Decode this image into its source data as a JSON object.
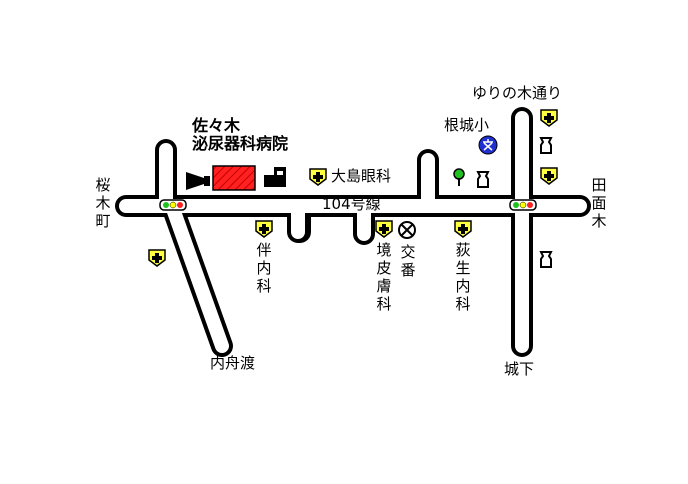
{
  "map": {
    "clinic": {
      "name_line1": "佐々木",
      "name_line2": "泌尿器科病院",
      "color": "#ff2020"
    },
    "labels": {
      "sakuragi": "桜木町",
      "tamoki": "田面木",
      "route": "104号線",
      "oshima": "大島眼科",
      "yurinoki": "ゆりの木通り",
      "nejo": "根城小",
      "ban": "伴内科",
      "sakai": "境皮膚科",
      "koban": "交番",
      "hagyu": "荻生内科",
      "uchifunato": "内舟渡",
      "shiroshita": "城下"
    },
    "colors": {
      "road_outline": "#000000",
      "road_fill": "#ffffff",
      "hospital_marker": "#ffff40",
      "school_marker": "#2030d0",
      "signal_green": "#20c020",
      "signal_yellow": "#ffff00",
      "signal_red": "#ff2020"
    },
    "icons": [
      "direction-arrow-icon",
      "building-icon",
      "hospital-icon",
      "school-icon",
      "police-box-icon",
      "tree-icon",
      "traffic-signal-icon",
      "gas-station-icon"
    ]
  }
}
